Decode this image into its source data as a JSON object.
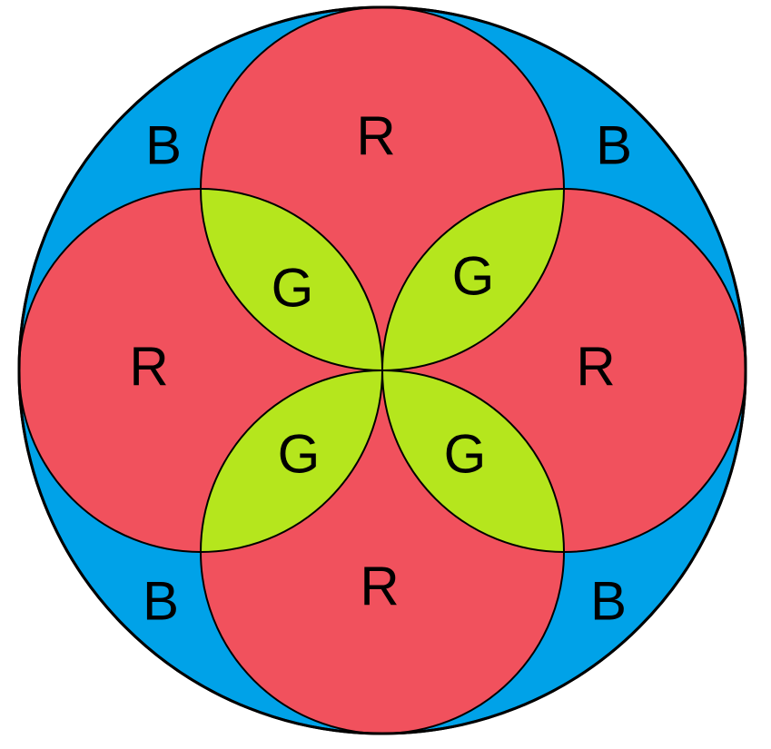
{
  "colors": {
    "outer": "#00a2e8",
    "petal": "#f1515d",
    "overlap": "#b5e61d",
    "stroke": "#000000"
  },
  "labels": {
    "outer": [
      "B",
      "B",
      "B",
      "B"
    ],
    "petal": [
      "R",
      "R",
      "R",
      "R"
    ],
    "overlap": [
      "G",
      "G",
      "G",
      "G"
    ]
  }
}
